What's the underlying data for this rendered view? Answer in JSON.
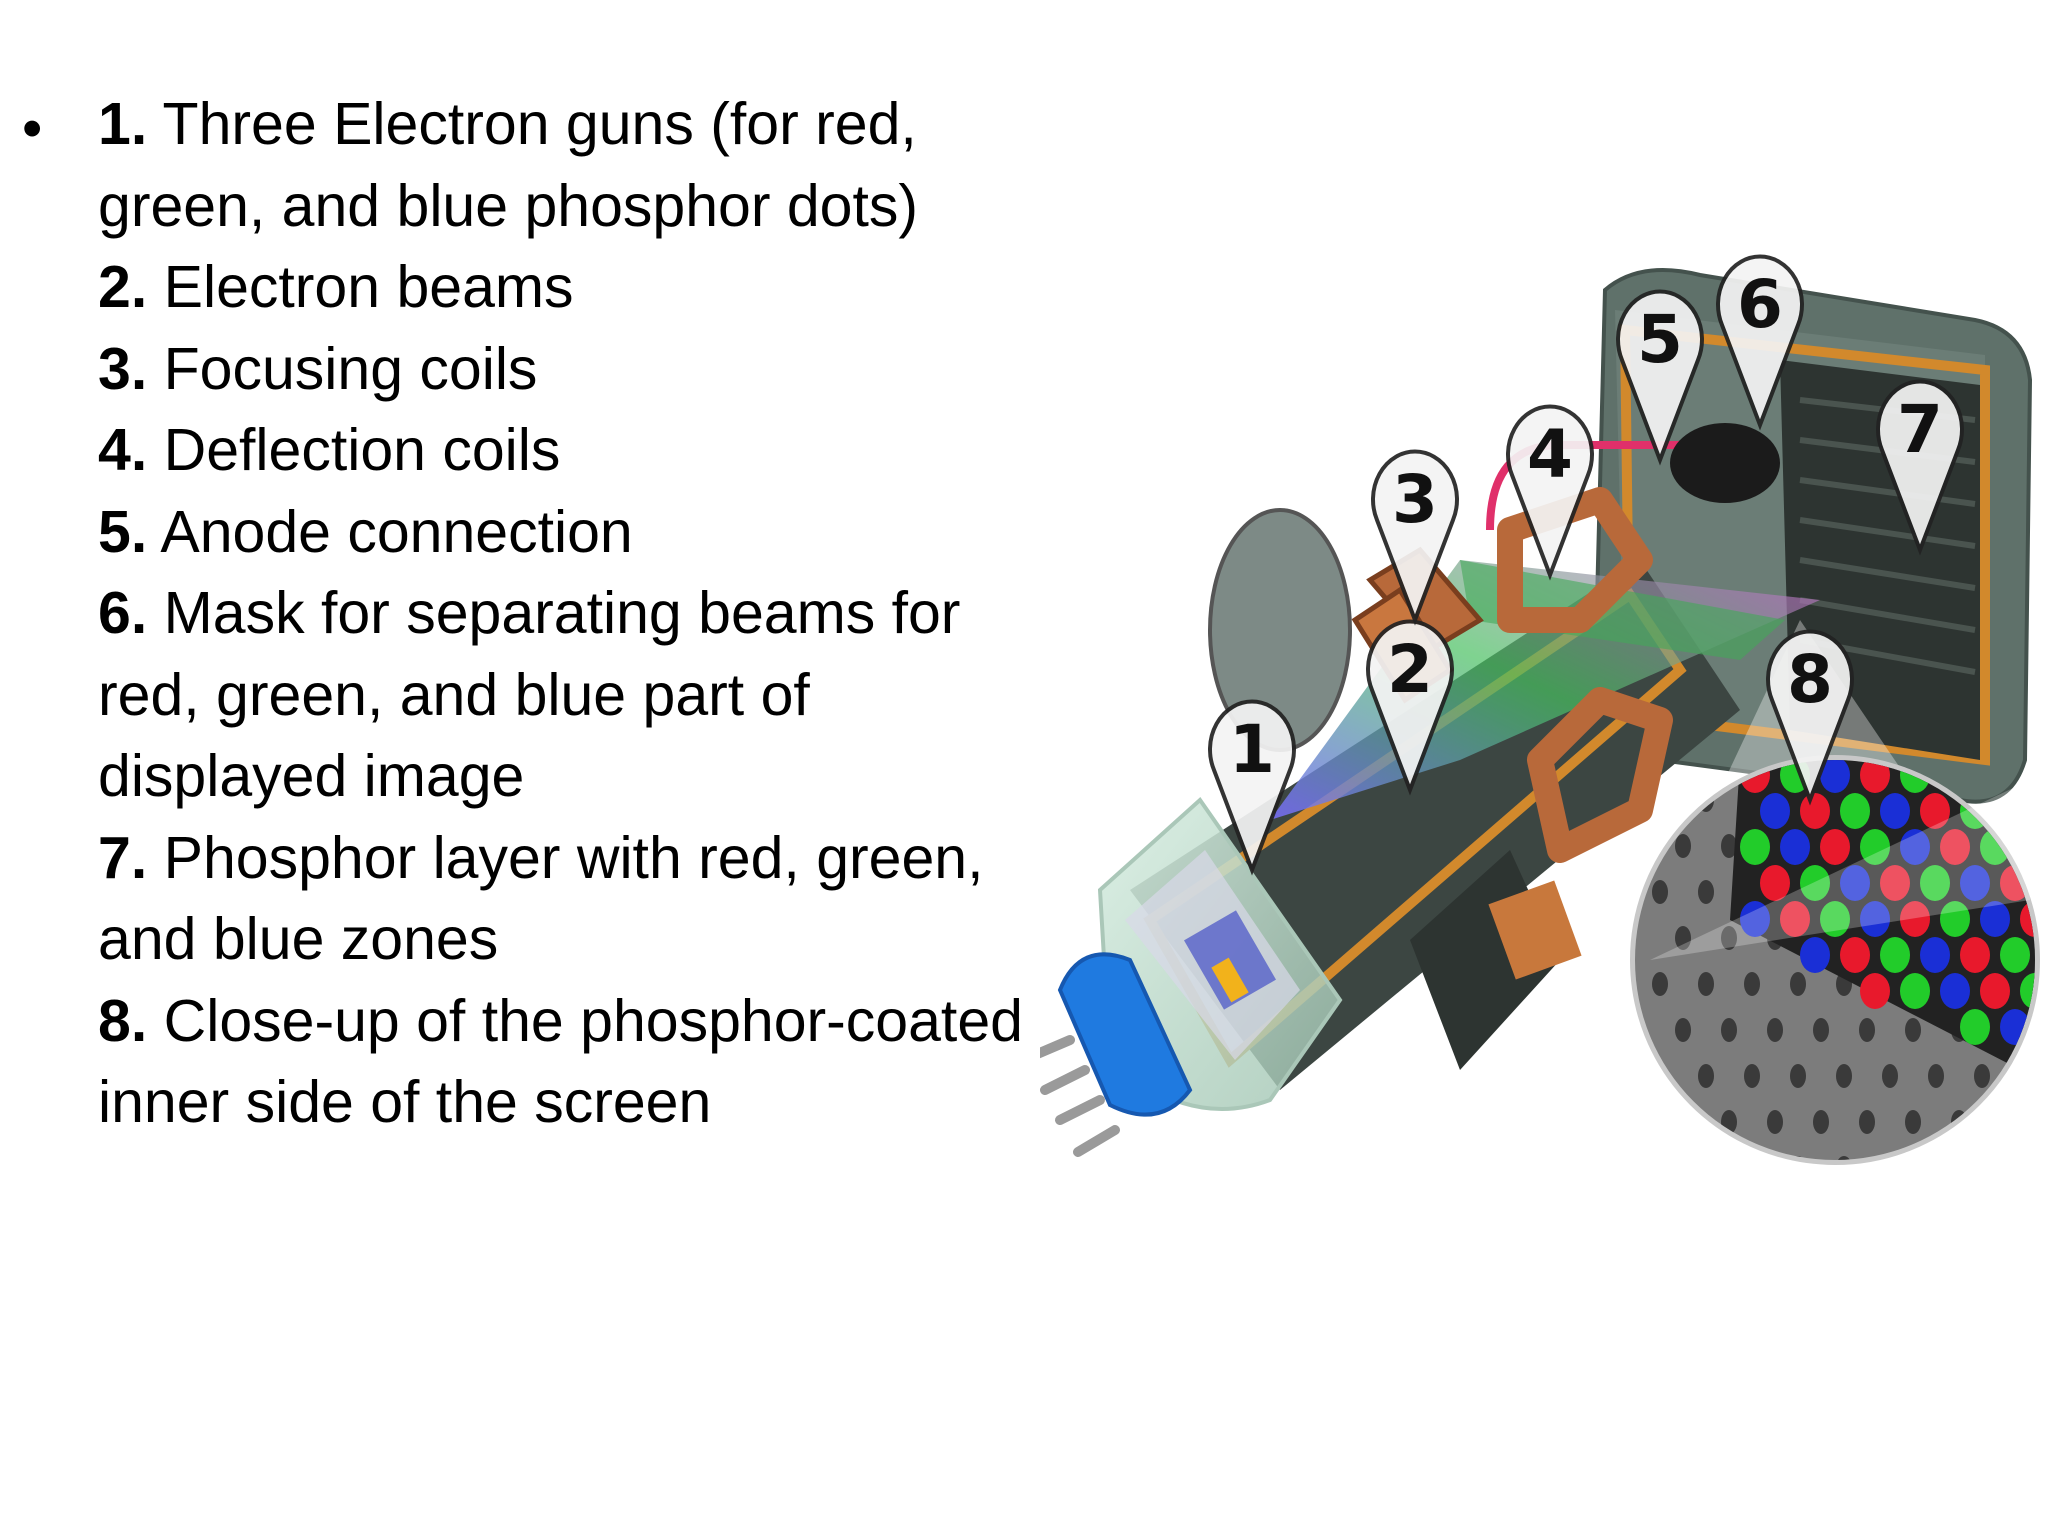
{
  "bullet": "•",
  "items": [
    {
      "num": "1.",
      "text": " Three Electron guns (for red, green, and blue phosphor dots)"
    },
    {
      "num": "2.",
      "text": " Electron beams"
    },
    {
      "num": "3.",
      "text": " Focusing coils"
    },
    {
      "num": "4.",
      "text": " Deflection coils"
    },
    {
      "num": "5.",
      "text": " Anode connection"
    },
    {
      "num": "6.",
      "text": " Mask for separating beams for red, green, and blue part of displayed image"
    },
    {
      "num": "7.",
      "text": " Phosphor layer with red, green, and blue zones"
    },
    {
      "num": "8.",
      "text": " Close-up of the phosphor-coated inner side of the screen"
    }
  ],
  "diagram": {
    "pins": [
      "1",
      "2",
      "3",
      "4",
      "5",
      "6",
      "7",
      "8"
    ]
  },
  "colors": {
    "screen_housing": "#6f8079",
    "copper": "#b8693a",
    "blue_base": "#1f7ae0",
    "phosphor_red": "#e8192c",
    "phosphor_green": "#22cc2a",
    "phosphor_blue": "#1a2fd6"
  }
}
